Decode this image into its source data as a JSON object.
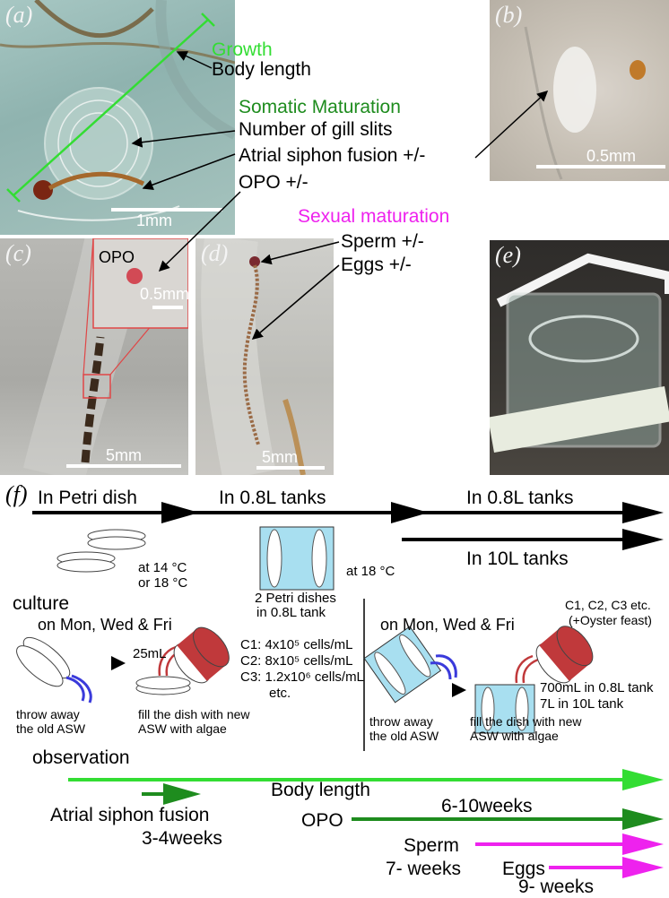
{
  "panels": {
    "a": {
      "label": "(a)",
      "scale": "1mm",
      "growth": "Growth",
      "body_length": "Body length",
      "somatic_maturation": "Somatic Maturation",
      "gill_slits": "Number of gill slits",
      "atrial_fusion": "Atrial siphon fusion +/-",
      "opo": "OPO +/-"
    },
    "b": {
      "label": "(b)",
      "scale": "0.5mm"
    },
    "c": {
      "label": "(c)",
      "inset_label": "OPO",
      "inset_scale": "0.5mm",
      "scale": "5mm"
    },
    "d": {
      "label": "(d)",
      "scale": "5mm",
      "sexual_maturation": "Sexual maturation",
      "sperm": "Sperm +/-",
      "eggs": "Eggs +/-"
    },
    "e": {
      "label": "(e)"
    }
  },
  "timeline": {
    "label": "(f)",
    "stage1": "In Petri dish",
    "stage2": "In 0.8L tanks",
    "stage3": "In 0.8L tanks",
    "stage4": "In 10L tanks",
    "temp1_line1": "at 14 °C",
    "temp1_line2": "or 18 °C",
    "tank_caption_line1": "2 Petri dishes",
    "tank_caption_line2": "in 0.8L tank",
    "temp2": "at 18 °C"
  },
  "culture": {
    "title": "culture",
    "schedule_left": "on Mon, Wed & Fri",
    "schedule_right": "on Mon, Wed & Fri",
    "volume_left": "25mL",
    "c1": "C1: 4x10⁵ cells/mL",
    "c2": "C2: 8x10⁵ cells/mL",
    "c3": "C3: 1.2x10⁶ cells/mL",
    "etc": "etc.",
    "throw_left_1": "throw away",
    "throw_left_2": "the old ASW",
    "fill_left_1": "fill the dish with new",
    "fill_left_2": "ASW with algae",
    "feed_right_1": "C1, C2, C3 etc.",
    "feed_right_2": "(+Oyster feast)",
    "vol_right_1": "700mL in 0.8L tank",
    "vol_right_2": "7L in 10L tank",
    "throw_right_1": "throw away",
    "throw_right_2": "the old ASW",
    "fill_right_1": "fill the dish with new",
    "fill_right_2": "ASW with algae"
  },
  "observation": {
    "title": "observation",
    "body_length": "Body length",
    "atrial_fusion": "Atrial siphon fusion",
    "atrial_weeks": "3-4weeks",
    "opo": "OPO",
    "opo_weeks": "6-10weeks",
    "sperm": "Sperm",
    "sperm_weeks": "7- weeks",
    "eggs": "Eggs",
    "eggs_weeks": "9- weeks"
  },
  "colors": {
    "growth": "#33dd33",
    "somatic": "#1e8c1e",
    "sexual": "#ee22ee",
    "tank": "#a8dff0",
    "algae": "#c0393b",
    "water_out": "#3a3adb"
  }
}
